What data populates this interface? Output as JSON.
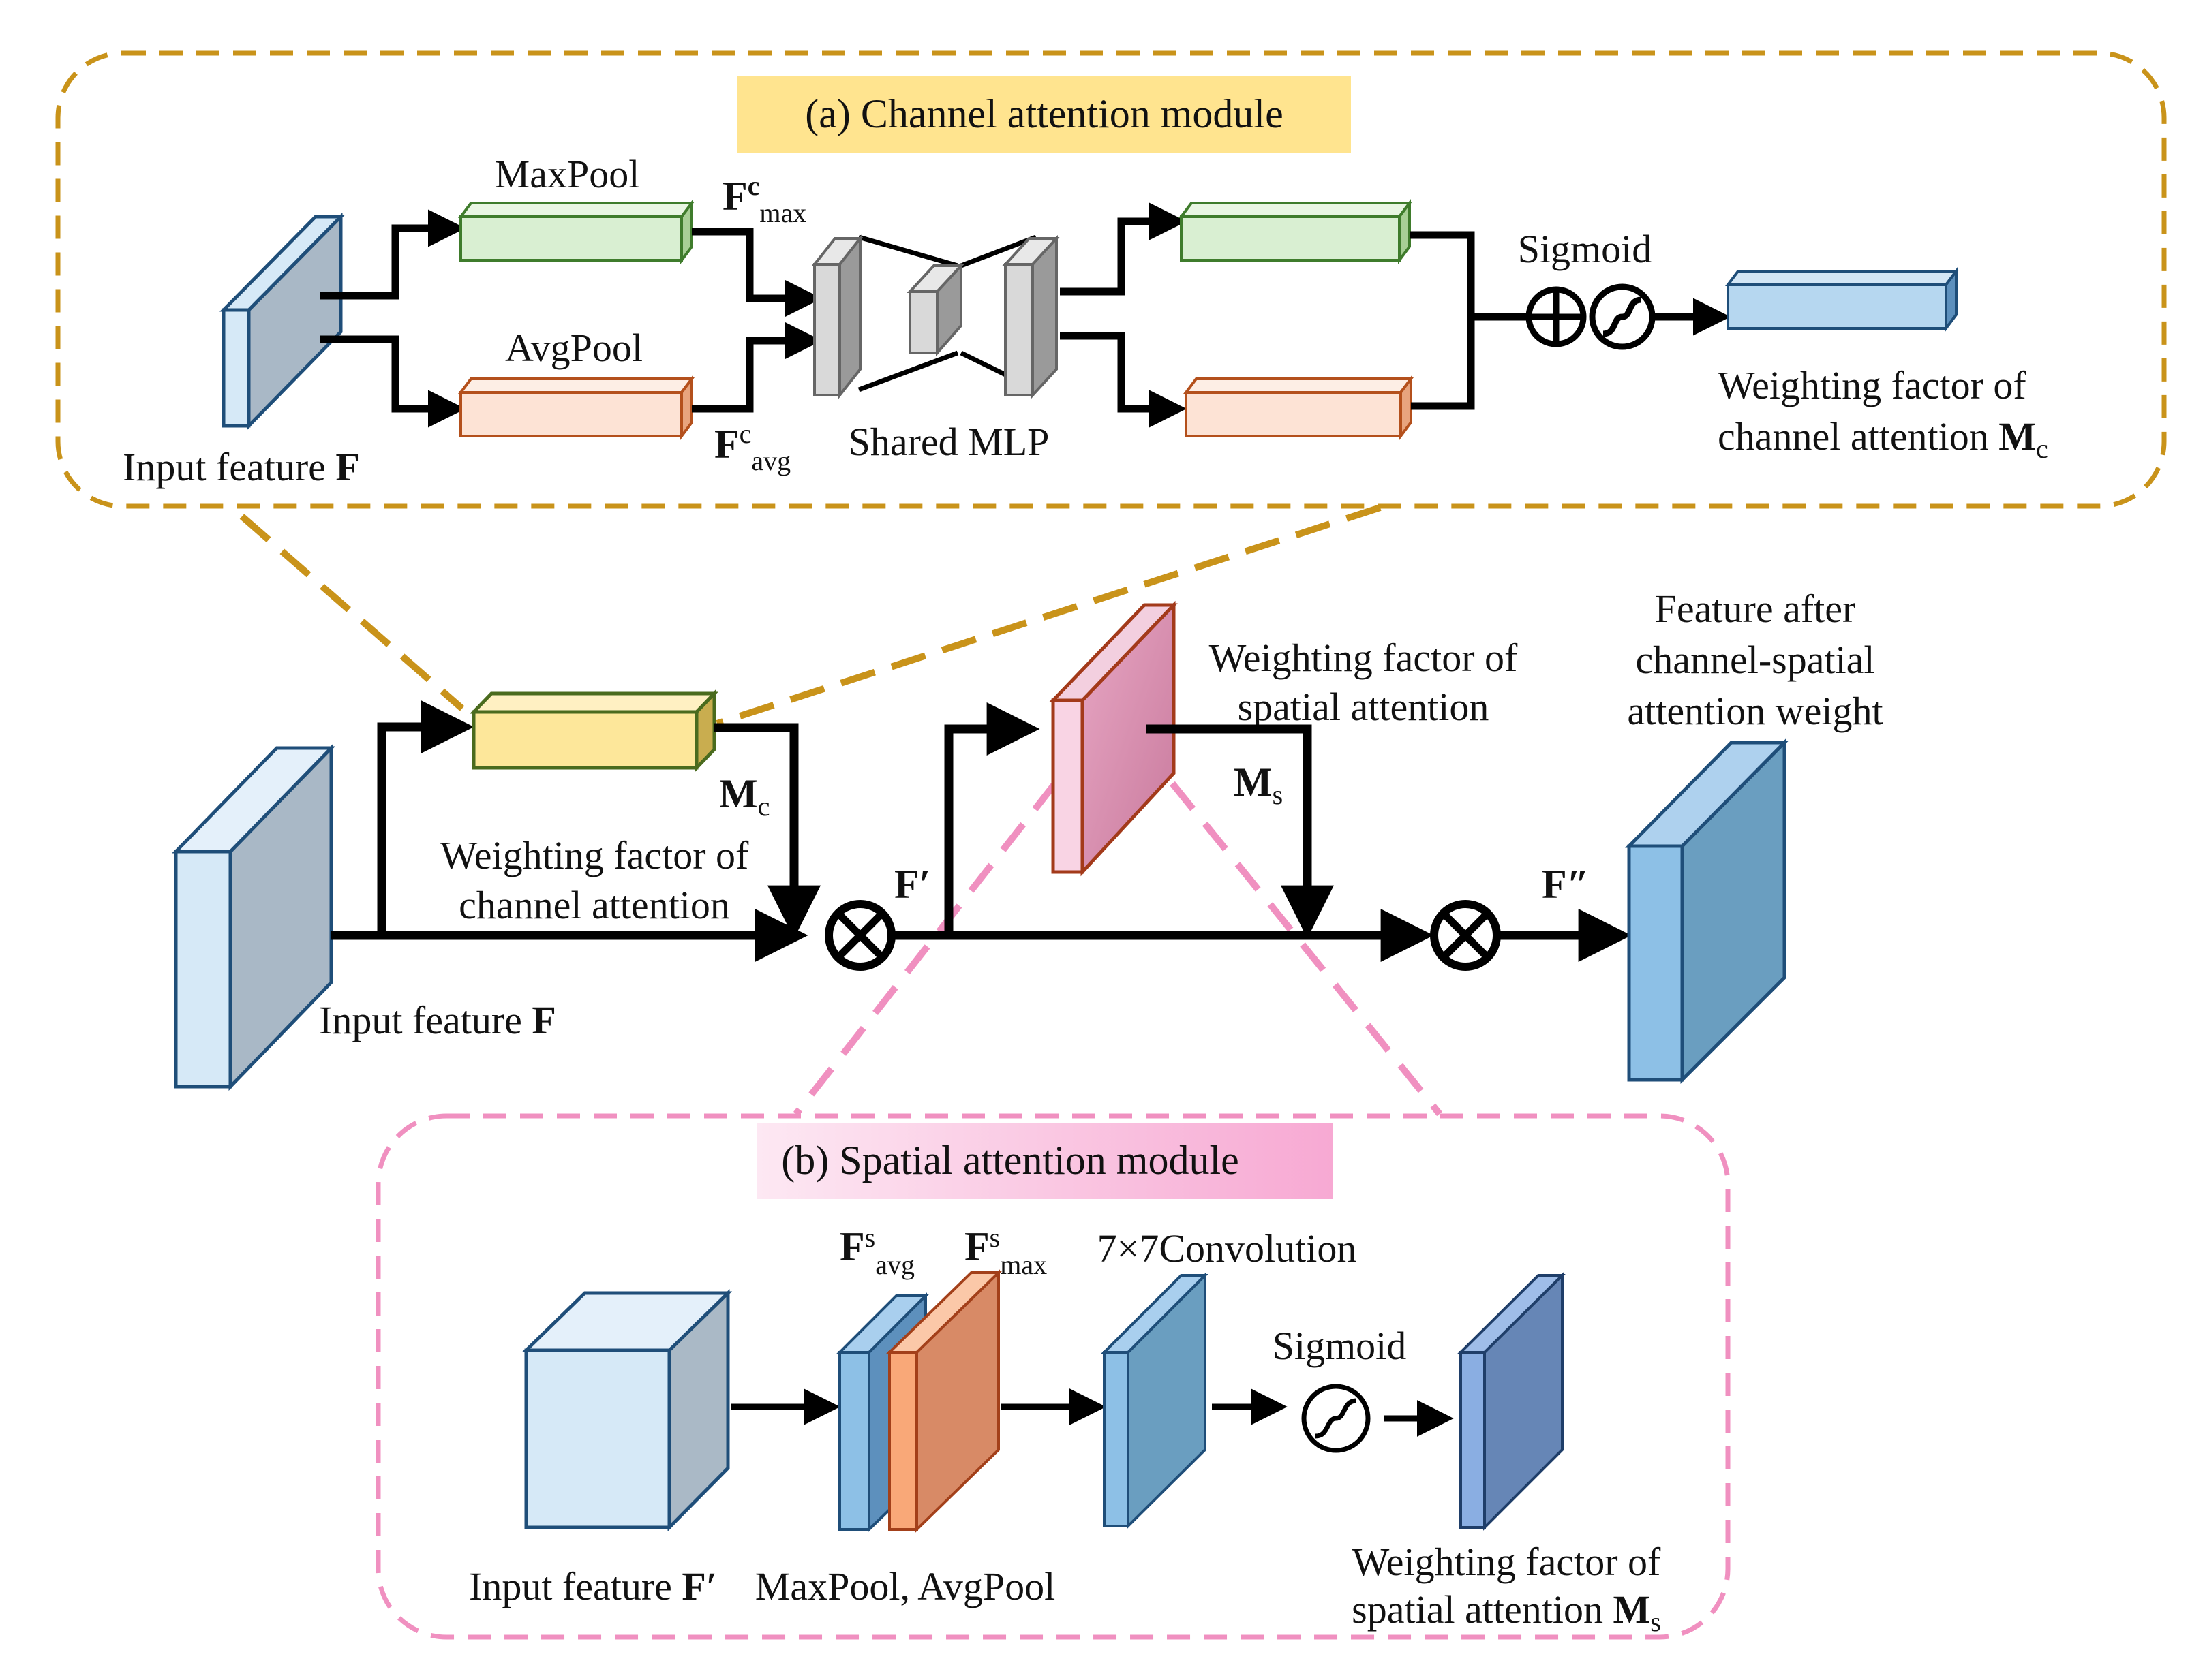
{
  "channel_module": {
    "title": "(a) Channel attention module",
    "input_label": "Input feature",
    "input_symbol": "F",
    "maxpool_label": "MaxPool",
    "avgpool_label": "AvgPool",
    "f_max_base": "F",
    "f_max_sup": "c",
    "f_max_sub": "max",
    "f_avg_base": "F",
    "f_avg_sup": "c",
    "f_avg_sub": "avg",
    "mlp_label": "Shared MLP",
    "sigmoid_label": "Sigmoid",
    "output_label_line1": "Weighting factor of",
    "output_label_line2": "channel attention",
    "output_symbol": "M",
    "output_symbol_sub": "c"
  },
  "main_flow": {
    "input_label": "Input feature",
    "input_symbol": "F",
    "mc_base": "M",
    "mc_sub": "c",
    "channel_weight_line1": "Weighting factor of",
    "channel_weight_line2": "channel attention",
    "f_prime": "F′",
    "spatial_weight_line1": "Weighting factor of",
    "spatial_weight_line2": "spatial attention",
    "ms_base": "M",
    "ms_sub": "s",
    "f_double_prime": "F″",
    "output_line1": "Feature after",
    "output_line2": "channel-spatial",
    "output_line3": "attention weight"
  },
  "spatial_module": {
    "title": "(b) Spatial attention module",
    "input_label": "Input feature",
    "input_symbol": "F′",
    "f_avg_base": "F",
    "f_avg_sup": "s",
    "f_avg_sub": "avg",
    "f_max_base": "F",
    "f_max_sup": "s",
    "f_max_sub": "max",
    "pool_label": "MaxPool, AvgPool",
    "conv_label": "7×7Convolution",
    "sigmoid_label": "Sigmoid",
    "output_line1": "Weighting factor of",
    "output_line2": "spatial attention",
    "output_symbol": "M",
    "output_symbol_sub": "s"
  },
  "colors": {
    "channel_border": "#c9931a",
    "spatial_border": "#f090c0",
    "title_a_bg": "#ffe48f",
    "title_b_bg": "#f8b5d9",
    "green_fill": "#d9efd2",
    "green_edge": "#3f7c2c",
    "orange_fill": "#fde3d5",
    "orange_edge": "#b4501c",
    "yellow_fill": "#fde79a",
    "pink_fill": "#d88fb0",
    "blue_light": "#d6e9f7",
    "blue_edge": "#1f4e79"
  }
}
